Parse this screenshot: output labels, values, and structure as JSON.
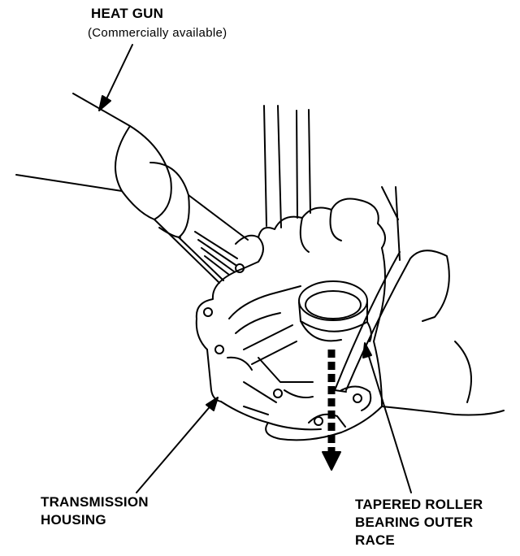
{
  "callouts": {
    "heat_gun": {
      "title": "HEAT GUN",
      "note": "(Commercially available)"
    },
    "transmission_housing": {
      "line1": "TRANSMISSION",
      "line2": "HOUSING"
    },
    "bearing_race": {
      "line1": "TAPERED ROLLER",
      "line2": "BEARING OUTER",
      "line3": "RACE"
    }
  },
  "colors": {
    "ink": "#000000",
    "paper": "#ffffff"
  }
}
